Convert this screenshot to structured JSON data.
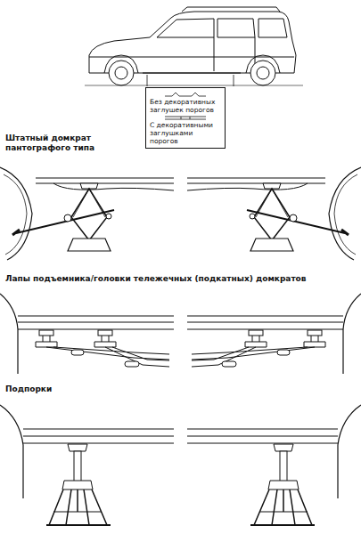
{
  "diagram": {
    "nodes": [
      {
        "text": [
          "Без декоративных заглушек порогов",
          "С декоративными заглушками порогов"
        ]
      }
    ],
    "labels": [
      "Штатный домкрат пантографого типа",
      "Лапы подъемника/головки тележечных (подкатных) домкратов",
      "Подпорки"
    ]
  }
}
